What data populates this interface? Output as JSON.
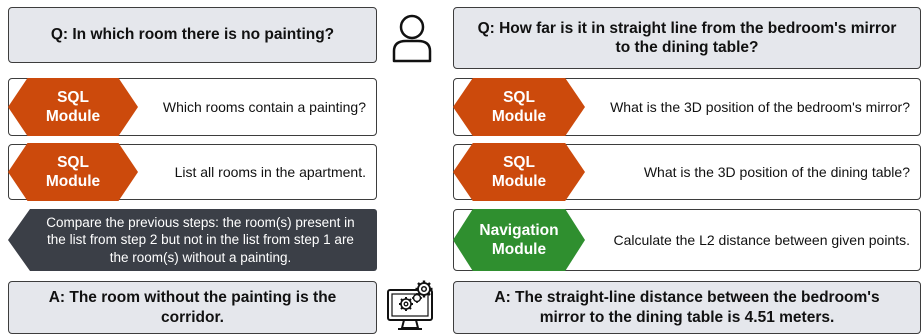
{
  "left": {
    "question": "Q: In which room there is no painting?",
    "steps": [
      {
        "module": "SQL\nModule",
        "text": "Which rooms contain a painting?"
      },
      {
        "module": "SQL\nModule",
        "text": "List all rooms in the apartment."
      }
    ],
    "compare": "Compare the previous steps: the room(s) present in the list from step 2 but not in the list from step 1 are the room(s) without a painting.",
    "answer": "A: The room without the painting is the corridor."
  },
  "right": {
    "question": "Q: How far is it in straight line from the bedroom's mirror to the dining table?",
    "steps": [
      {
        "module": "SQL\nModule",
        "text": "What is the 3D position of the bedroom's mirror?"
      },
      {
        "module": "SQL\nModule",
        "text": "What is the 3D position of the dining table?"
      },
      {
        "module": "Navigation\nModule",
        "text": "Calculate the L2 distance between given points."
      }
    ],
    "answer": "A: The straight-line distance between the bedroom's mirror to the dining table is 4.51 meters."
  },
  "icons": {
    "user": "user-icon",
    "system": "computer-gears-icon"
  },
  "colors": {
    "sql": "#cc4a0c",
    "navigation": "#2f8f2f",
    "dark": "#3b3f47",
    "panel": "#e5e7ec"
  }
}
